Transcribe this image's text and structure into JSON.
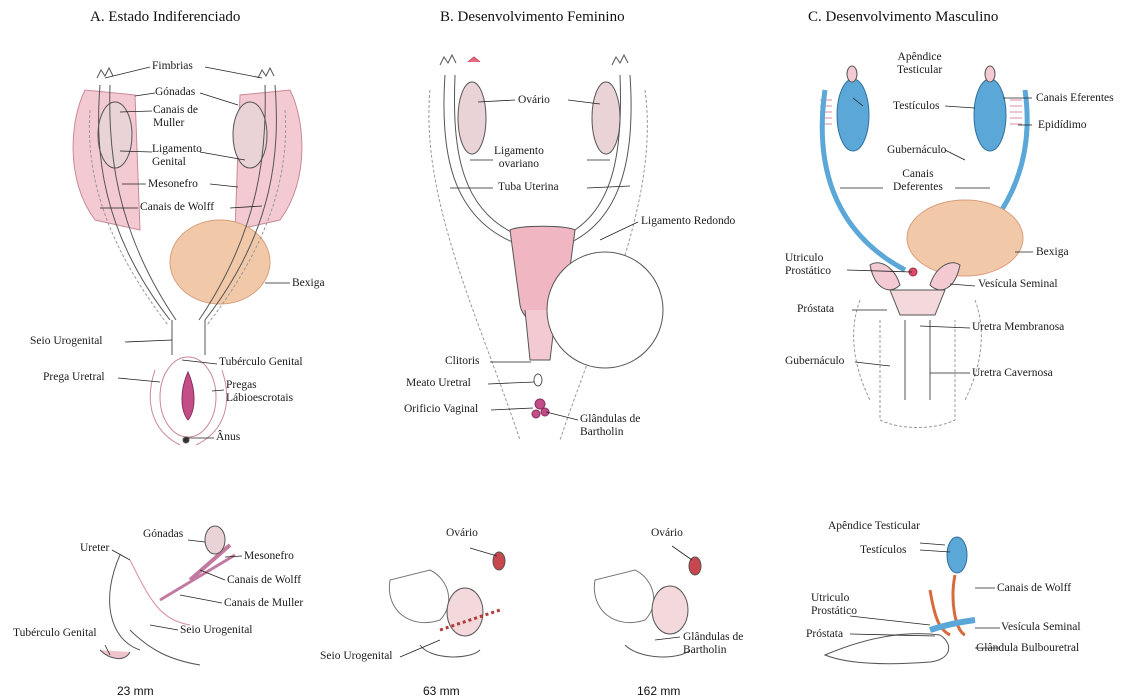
{
  "panels": {
    "a": {
      "title": "A. Estado Indiferenciado",
      "labels": {
        "fimbrias": "Fimbrias",
        "gonadas": "Gónadas",
        "canais_muller": "Canais de\nMuller",
        "ligamento_genital": "Ligamento\nGenital",
        "mesonefro": "Mesonefro",
        "canais_wolff": "Canais de Wolff",
        "bexiga": "Bexiga",
        "seio_urogenital": "Seio Urogenital",
        "tuberculo_genital": "Tubérculo Genital",
        "prega_uretral": "Prega Uretral",
        "pregas_labioescrotais": "Pregas\nLábioescrotais",
        "anus": "Ânus"
      }
    },
    "b": {
      "title": "B. Desenvolvimento Feminino",
      "labels": {
        "ovario": "Ovário",
        "ligamento_ovariano": "Ligamento\novariano",
        "tuba_uterina": "Tuba Uterina",
        "ligamento_redondo": "Ligamento Redondo",
        "clitoris": "Clitoris",
        "meato_uretral": "Meato Uretral",
        "orificio_vaginal": "Orificio Vaginal",
        "glandulas_bartholin": "Glândulas de\nBartholin"
      }
    },
    "c": {
      "title": "C. Desenvolvimento Masculino",
      "labels": {
        "apendice_testicular": "Apêndice\nTesticular",
        "testiculos": "Testículos",
        "canais_eferentes": "Canais Eferentes",
        "epididimo": "Epidídimo",
        "gubernaculo_top": "Gubernáculo",
        "canais_deferentes": "Canais\nDeferentes",
        "bexiga": "Bexiga",
        "utriculo_prostatico": "Utriculo\nProstático",
        "vesicula_seminal": "Vesícula Seminal",
        "prostata": "Próstata",
        "uretra_membranosa": "Uretra Membranosa",
        "gubernaculo_bottom": "Gubernáculo",
        "uretra_cavernosa": "Uretra Cavernosa"
      }
    }
  },
  "lower": {
    "indiferenciado": {
      "size": "23 mm",
      "labels": {
        "gonadas": "Gónadas",
        "ureter": "Ureter",
        "mesonefro": "Mesonefro",
        "canais_wolff": "Canais de Wolff",
        "canais_muller": "Canais de Muller",
        "seio_urogenital": "Seio Urogenital",
        "tuberculo_genital": "Tubérculo Genital"
      }
    },
    "feminino_63": {
      "size": "63 mm",
      "labels": {
        "ovario": "Ovário",
        "seio_urogenital": "Seio Urogenital"
      }
    },
    "feminino_162": {
      "size": "162 mm",
      "labels": {
        "ovario": "Ovário",
        "glandulas_bartholin": "Glândulas de\nBartholin"
      }
    },
    "masculino": {
      "labels": {
        "apendice_testicular": "Apêndice  Testicular",
        "testiculos": "Testículos",
        "canais_wolff": "Canais de Wolff",
        "utriculo_prostatico": "Utriculo\nProstático",
        "vesicula_seminal": "Vesícula Seminal",
        "prostata": "Próstata",
        "glandula_bulbouretral": "Glândula Bulbouretral"
      }
    }
  },
  "colors": {
    "pink_tissue": "#efc4cc",
    "pink_dark": "#d68fa0",
    "bladder": "#f2c9a8",
    "blue_duct": "#5aa7d8",
    "red_ovary": "#c8474e",
    "outline": "#4a4a4a"
  }
}
